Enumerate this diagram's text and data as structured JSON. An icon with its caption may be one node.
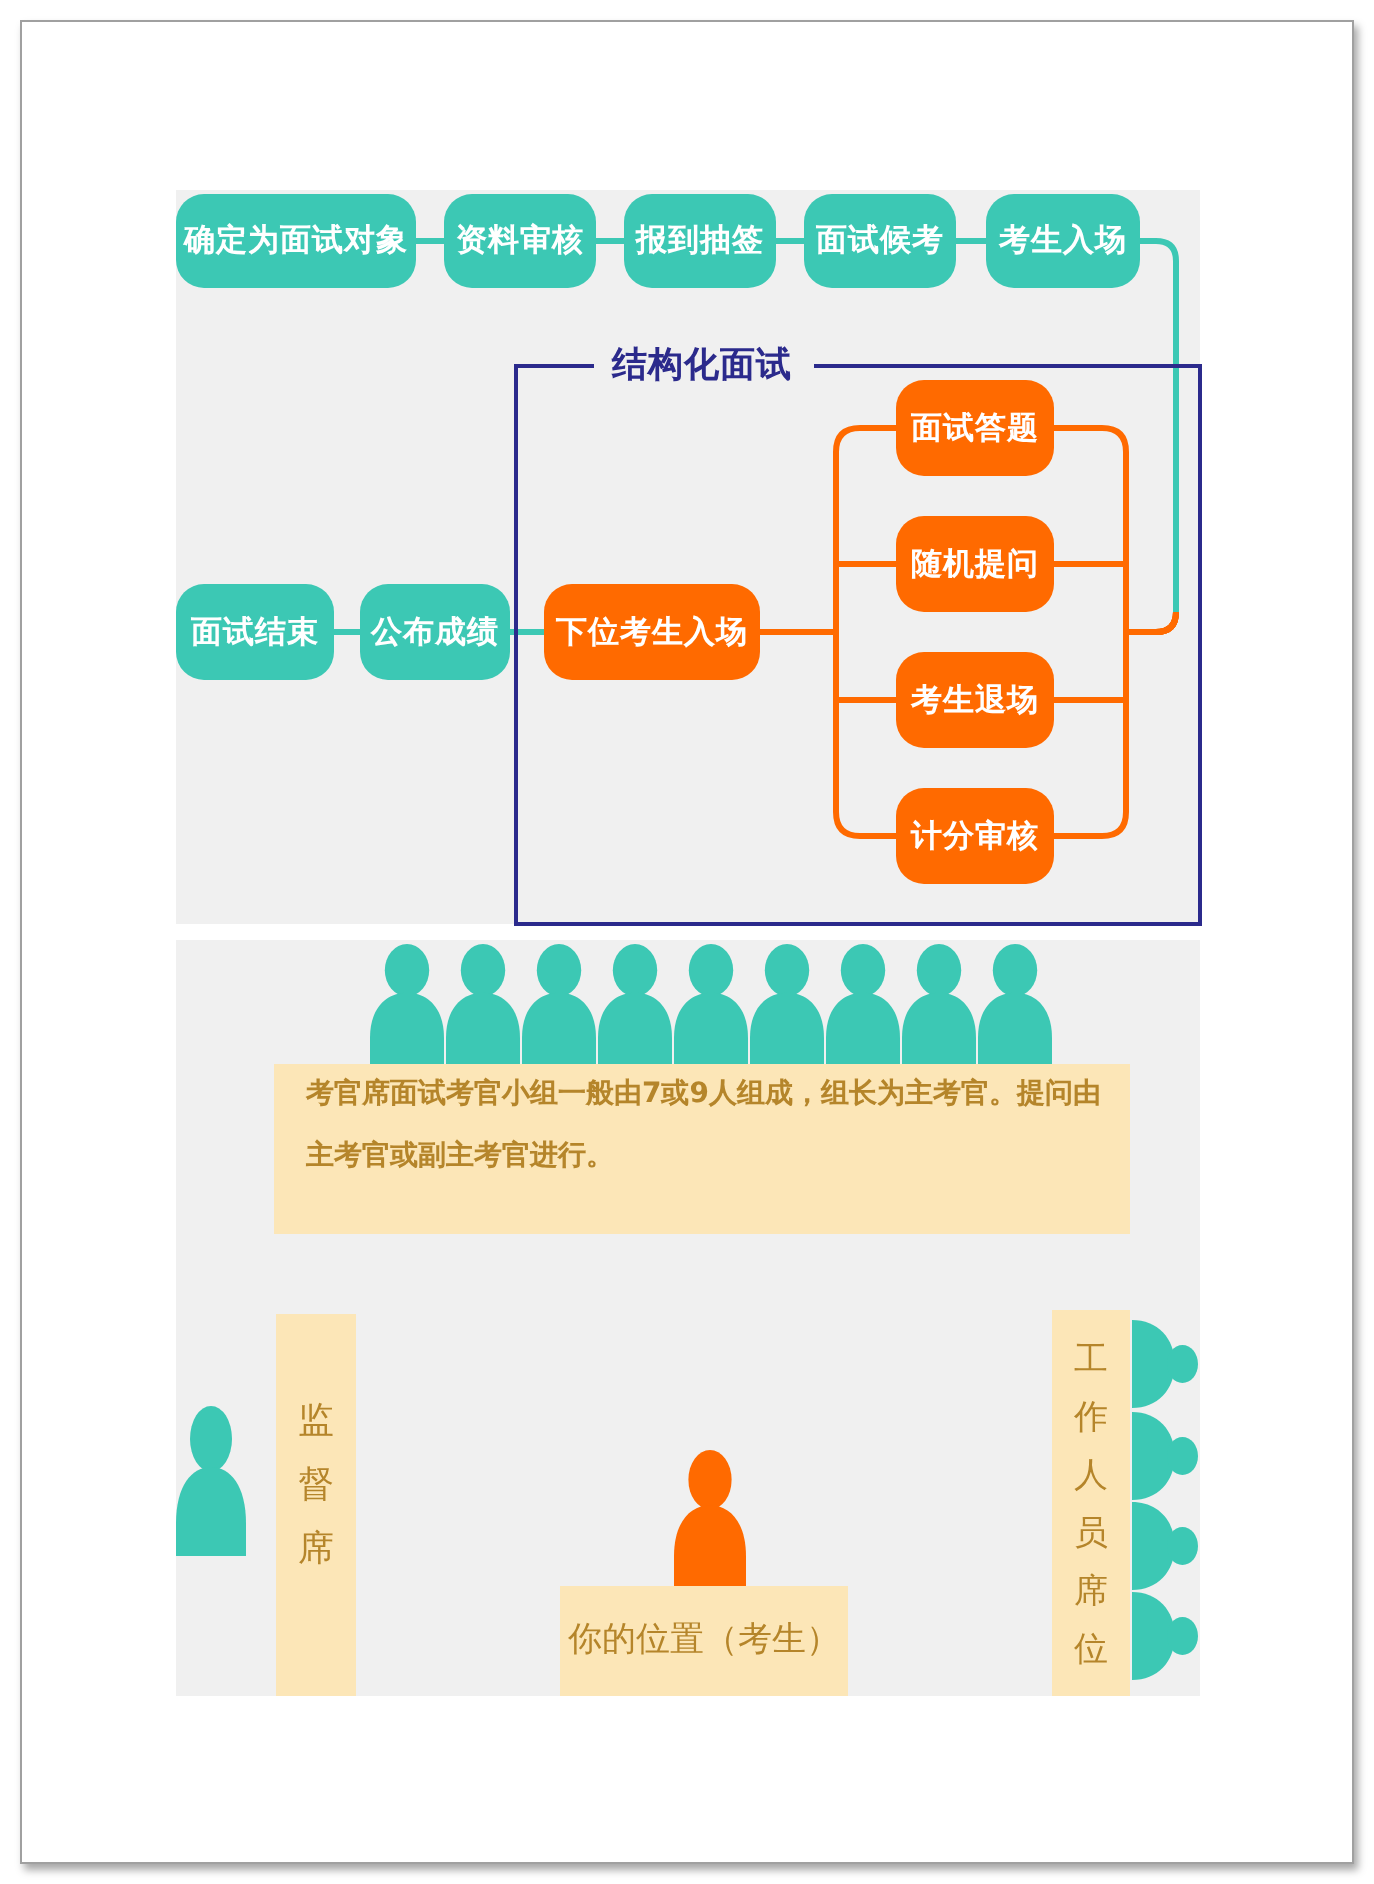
{
  "diagram": {
    "nodes": [
      {
        "text": [
          "确定为面试对象"
        ]
      },
      {
        "text": [
          "资料审核"
        ]
      },
      {
        "text": [
          "报到抽签"
        ]
      },
      {
        "text": [
          "面试候考"
        ]
      },
      {
        "text": [
          "考生入场"
        ]
      },
      {
        "text": [
          "结构化面试"
        ]
      },
      {
        "text": [
          "面试答题"
        ],
        "in": 5
      },
      {
        "text": [
          "随机提问"
        ],
        "in": 5
      },
      {
        "text": [
          "考生退场"
        ],
        "in": 5
      },
      {
        "text": [
          "计分审核"
        ],
        "in": 5
      },
      {
        "text": [
          "下位考生入场"
        ],
        "in": 5
      },
      {
        "text": [
          "公布成绩"
        ]
      },
      {
        "text": [
          "面试结束"
        ]
      },
      {
        "text": [
          "考官席面试考官小组一般由7或9人组成，组长为主考官。提问由主考官或副主考官进行。"
        ]
      },
      {
        "text": [
          "监督席"
        ]
      },
      {
        "text": [
          "你的位置（考生）"
        ]
      },
      {
        "text": [
          "工作人员席位"
        ]
      }
    ],
    "edges": [
      {
        "from": 0,
        "to": 1,
        "arrow": "none"
      },
      {
        "from": 1,
        "to": 2,
        "arrow": "none"
      },
      {
        "from": 2,
        "to": 3,
        "arrow": "none"
      },
      {
        "from": 3,
        "to": 4,
        "arrow": "none"
      },
      {
        "from": 4,
        "to": 6,
        "arrow": "none"
      },
      {
        "from": 4,
        "to": 7,
        "arrow": "none"
      },
      {
        "from": 4,
        "to": 8,
        "arrow": "none"
      },
      {
        "from": 4,
        "to": 9,
        "arrow": "none"
      },
      {
        "from": 6,
        "to": 10,
        "arrow": "none",
        "color": "#ff6a00"
      },
      {
        "from": 7,
        "to": 10,
        "arrow": "none",
        "color": "#ff6a00"
      },
      {
        "from": 8,
        "to": 10,
        "arrow": "none",
        "color": "#ff6a00"
      },
      {
        "from": 9,
        "to": 10,
        "arrow": "none",
        "color": "#ff6a00"
      },
      {
        "from": 10,
        "to": 11,
        "arrow": "none"
      },
      {
        "from": 11,
        "to": 12,
        "arrow": "none"
      }
    ]
  }
}
